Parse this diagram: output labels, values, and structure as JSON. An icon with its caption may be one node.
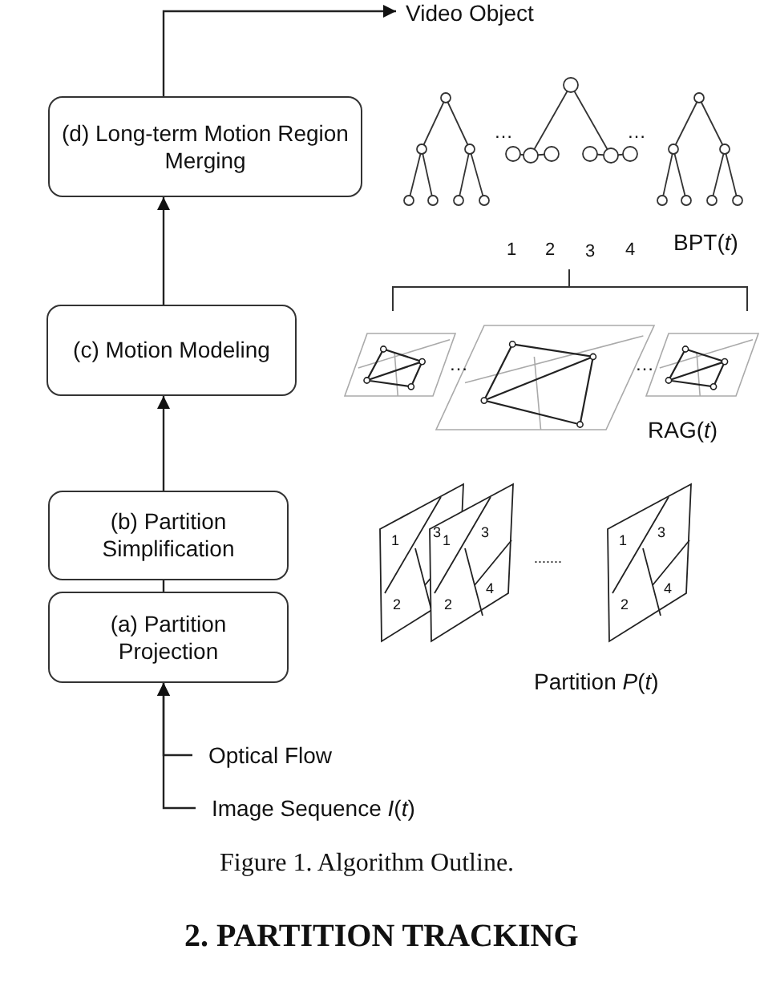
{
  "diagram": {
    "caption": "Figure 1. Algorithm Outline.",
    "nodes": [
      {
        "text": [
          "(d) Long-term Motion Region Merging"
        ]
      },
      {
        "text": [
          "(c) Motion Modeling"
        ]
      },
      {
        "text": [
          "(b) Partition Simplification"
        ]
      },
      {
        "text": [
          "(a) Partition Projection"
        ]
      },
      {
        "text": [
          "Video Object"
        ]
      },
      {
        "text": [
          "Optical Flow"
        ]
      },
      {
        "text": [
          "Image Sequence *I*(*t*)"
        ]
      }
    ],
    "edges": [
      {
        "from": 0,
        "to": 4,
        "arrow": "to"
      },
      {
        "from": 1,
        "to": 0,
        "arrow": "to"
      },
      {
        "from": 2,
        "to": 1,
        "arrow": "to"
      },
      {
        "from": 3,
        "to": 2,
        "arrow": "none"
      },
      {
        "from": 5,
        "to": 3,
        "arrow": "to"
      },
      {
        "from": 6,
        "to": 3,
        "arrow": "to"
      }
    ],
    "labels": [
      "…",
      "…",
      "1",
      "2",
      "3",
      "4",
      "BPT(*t*)",
      "…",
      "…",
      "RAG(*t*)",
      "1",
      "3",
      "1",
      "3",
      "1",
      "3",
      "2",
      "2",
      "4",
      "2",
      "4",
      ".......",
      "Partition *P*(*t*)",
      "2. PARTITION TRACKING"
    ]
  }
}
